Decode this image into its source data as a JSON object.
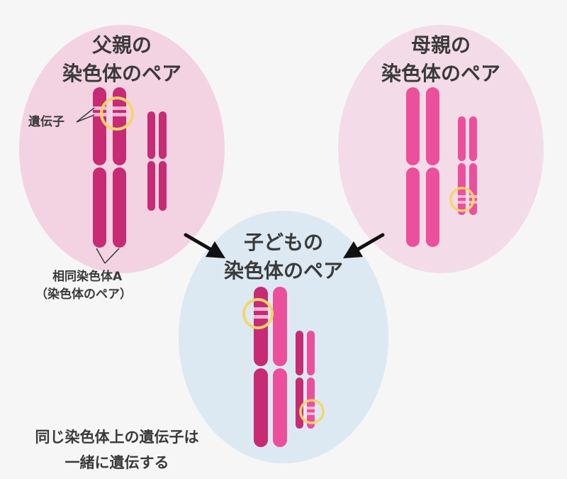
{
  "father": {
    "title_line1": "父親の",
    "title_line2": "染色体のペア"
  },
  "mother": {
    "title_line1": "母親の",
    "title_line2": "染色体のペア"
  },
  "child": {
    "title_line1": "子どもの",
    "title_line2": "染色体のペア"
  },
  "labels": {
    "gene": "遺伝子",
    "homolog_line1": "相同染色体A",
    "homolog_line2": "（染色体のペア）"
  },
  "note": {
    "line1": "同じ染色体上の遺伝子は",
    "line2": "一緒に遺伝する"
  },
  "colors": {
    "background": "#f6f6f6",
    "father_bubble": "#f3d3e2",
    "mother_bubble": "#f3dce7",
    "child_bubble": "#dce9f3",
    "father_chromosome": "#c62b74",
    "mother_chromosome": "#ec4f9b",
    "gene_band": "#f5b6d4",
    "gene_marker": "#f5d56a",
    "arrow": "#111111",
    "text": "#3a3a3a"
  }
}
